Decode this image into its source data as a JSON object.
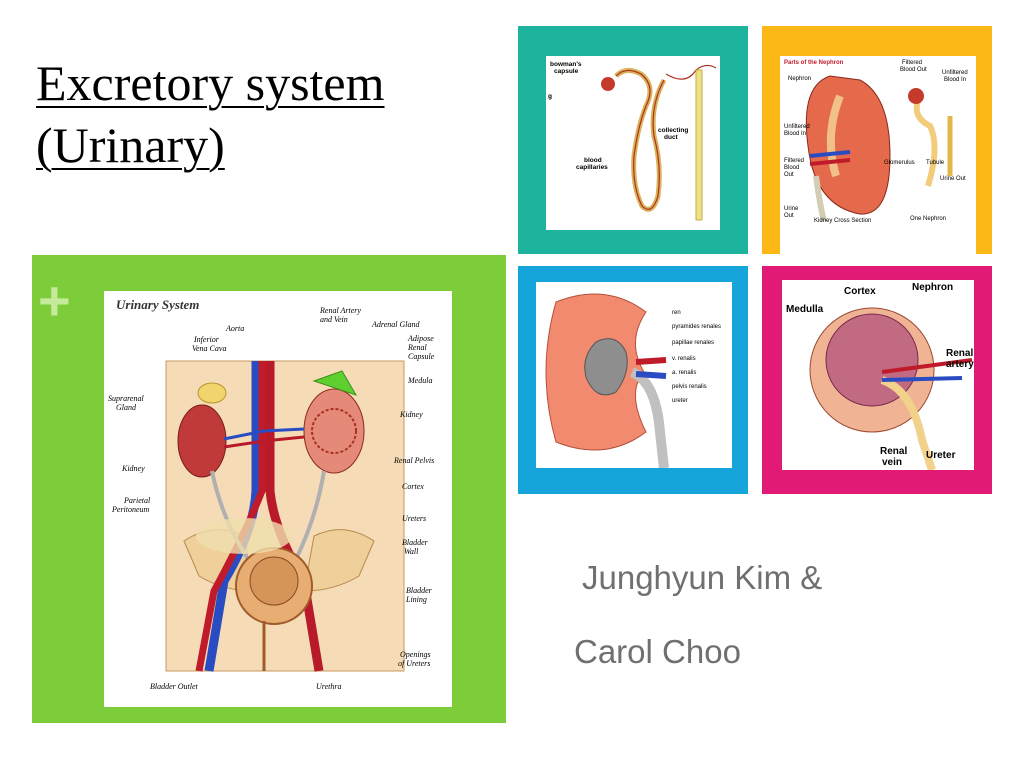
{
  "slide": {
    "title_line1": "Excretory system",
    "title_line2": "(Urinary)",
    "plus_symbol": "+",
    "authors": [
      "Junghyun Kim &",
      "Carol Choo"
    ]
  },
  "colors": {
    "green": "#7dcd3a",
    "teal": "#1db39d",
    "orange": "#fbb816",
    "blue": "#16a5db",
    "pink": "#e11a75",
    "author_gray": "#707070"
  },
  "urinary_diagram": {
    "heading": "Urinary System",
    "labels": {
      "aorta": "Aorta",
      "renal_artery_vein": [
        "Renal Artery",
        "and Vein"
      ],
      "adrenal_gland": "Adrenal Gland",
      "inferior_vena_cava": [
        "Inferior",
        "Vena Cava"
      ],
      "adipose_capsule": [
        "Adipose",
        "Renal",
        "Capsule"
      ],
      "suprarenal_gland": [
        "Suprarenal",
        "Gland"
      ],
      "medula": "Medula",
      "kidney_right": "Kidney",
      "renal_pelvis": "Renal Pelvis",
      "kidney_left": "Kidney",
      "cortex": "Cortex",
      "parietal_peritoneum": [
        "Parietal",
        "Peritoneum"
      ],
      "ureters": "Ureters",
      "bladder_wall": [
        "Bladder",
        "Wall"
      ],
      "bladder_lining": [
        "Bladder",
        "Lining"
      ],
      "openings_ureters": [
        "Openings",
        "of Ureters"
      ],
      "bladder_outlet": "Bladder Outlet",
      "urethra": "Urethra"
    }
  },
  "nephron_diagram": {
    "labels": {
      "bowmans_capsule": [
        "bowman's",
        "capsule"
      ],
      "glomerulus": "glomerulus",
      "collecting_duct": [
        "collecting",
        "duct"
      ],
      "blood_capillaries": [
        "blood",
        "capillaries"
      ]
    }
  },
  "parts_nephron": {
    "heading": "Parts of the Nephron",
    "labels": {
      "nephron": "Nephron",
      "filtered_blood_out_top": [
        "Filtered",
        "Blood Out"
      ],
      "unfiltered_blood_in_top": [
        "Unfiltered",
        "Blood In"
      ],
      "unfiltered_blood_in": [
        "Unfiltered",
        "Blood In"
      ],
      "filtered_blood_out": [
        "Filtered",
        "Blood",
        "Out"
      ],
      "glomerulus": "Glomerulus",
      "tubule": "Tubule",
      "urine_out_right": "Urine Out",
      "urine_out_left": [
        "Urine",
        "Out"
      ],
      "kidney_cross_section": "Kidney Cross Section",
      "one_nephron": "One Nephron"
    }
  },
  "kidney_latin": {
    "labels": [
      "ren",
      "pyramides renales",
      "papillae renales",
      "v. renalis",
      "a. renalis",
      "pelvis renalis",
      "ureter"
    ]
  },
  "kidney_structure": {
    "labels": {
      "cortex": "Cortex",
      "nephron": "Nephron",
      "medulla": "Medulla",
      "renal_artery": [
        "Renal",
        "artery"
      ],
      "renal_vein": [
        "Renal",
        "vein"
      ],
      "ureter": "Ureter"
    }
  }
}
